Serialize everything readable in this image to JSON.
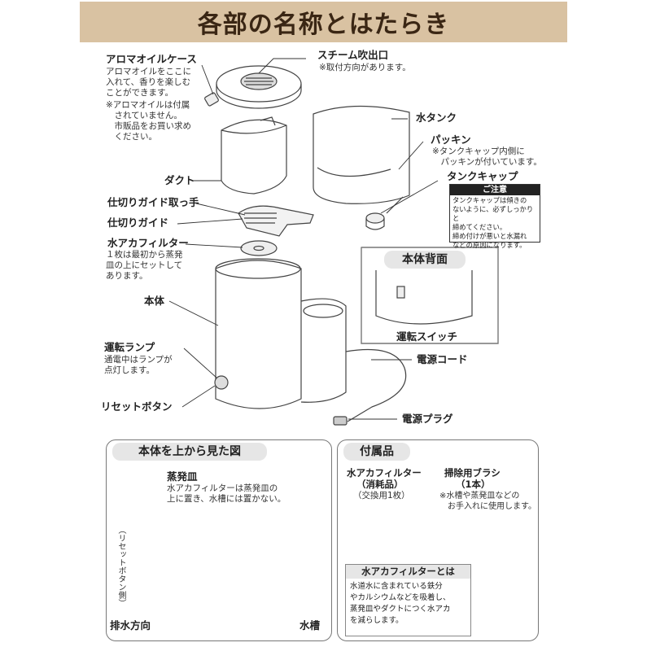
{
  "title": "各部の名称とはたらき",
  "parts": {
    "aroma_case": "アロマオイルケース",
    "aroma_note1": "アロマオイルをここに\n入れて、香りを楽しむ\nことができます。",
    "aroma_note2": "※アロマオイルは付属\n　されていません。\n　市販品をお買い求め\n　ください。",
    "steam_outlet": "スチーム吹出口",
    "steam_note": "※取付方向があります。",
    "water_tank": "水タンク",
    "packing": "パッキン",
    "packing_note": "※タンクキャップ内側に\n　パッキンが付いています。",
    "tank_cap": "タンクキャップ",
    "caution_title": "ご注意",
    "caution_text": "タンクキャップは傾きの\nないように、必ずしっかりと\n締めてください。\n締め付けが悪いと水漏れ\nなどの原因になります。",
    "duct": "ダクト",
    "divider_handle": "仕切りガイド取っ手",
    "divider": "仕切りガイド",
    "filter": "水アカフィルター",
    "filter_note": "１枚は最初から蒸発\n皿の上にセットして\nあります。",
    "body": "本体",
    "body_back": "本体背面",
    "power_switch": "運転スイッチ",
    "power_cord": "電源コード",
    "lamp": "運転ランプ",
    "lamp_note": "通電中はランプが\n点灯します。",
    "reset_button": "リセットボタン",
    "plug": "電源プラグ"
  },
  "top_view": {
    "title": "本体を上から見た図",
    "evap_dish": "蒸発皿",
    "evap_note": "水アカフィルターは蒸発皿の\n上に置き、水槽には置かない。",
    "reset_side": "（リセットボタン側）",
    "drain": "排水方向",
    "water_bath": "水槽"
  },
  "accessories": {
    "title": "付属品",
    "filter_name": "水アカフィルター",
    "filter_sub": "（消耗品）",
    "filter_qty": "（交換用1枚）",
    "brush_name": "掃除用ブラシ",
    "brush_qty": "（1本）",
    "brush_note": "※水槽や蒸発皿などの\n　お手入れに使用します。",
    "def_title": "水アカフィルターとは",
    "def_text": "水道水に含まれている鉄分\nやカルシウムなどを吸着し、\n蒸発皿やダクトにつく水アカ\nを減らします。"
  }
}
